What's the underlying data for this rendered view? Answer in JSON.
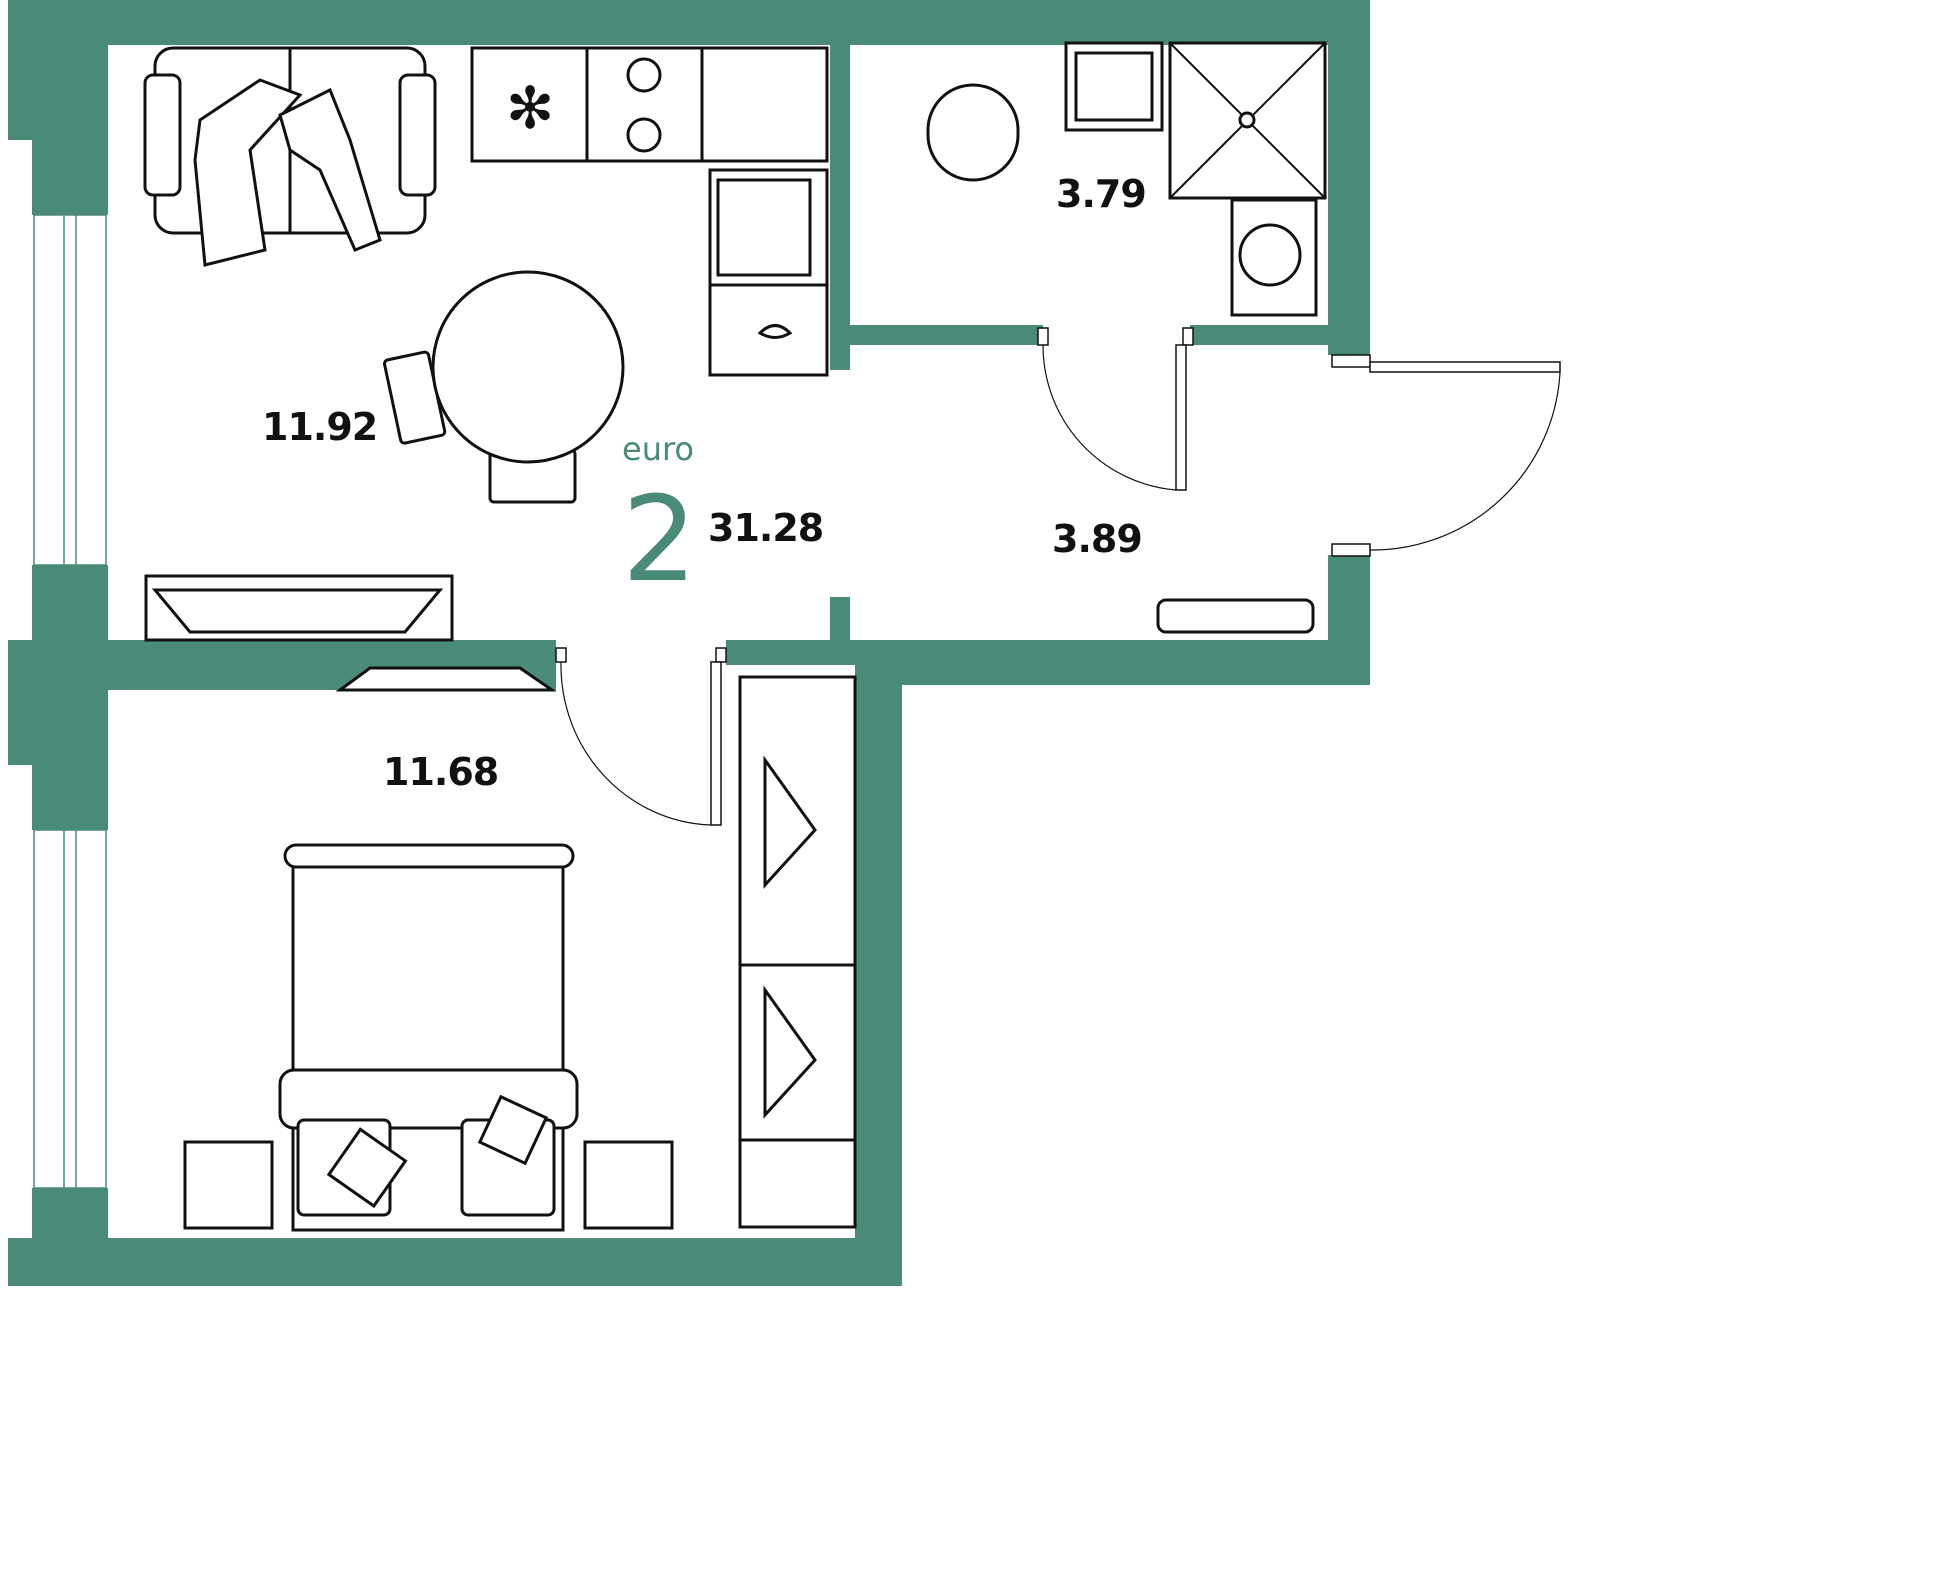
{
  "plan": {
    "type_label": "euro",
    "room_count": "2",
    "total_area": "31.28",
    "accent_color": "#4a8a78",
    "rooms": [
      {
        "name": "living-kitchen",
        "area": "11.92"
      },
      {
        "name": "bathroom",
        "area": "3.79"
      },
      {
        "name": "hallway",
        "area": "3.89"
      },
      {
        "name": "bedroom",
        "area": "11.68"
      }
    ]
  }
}
